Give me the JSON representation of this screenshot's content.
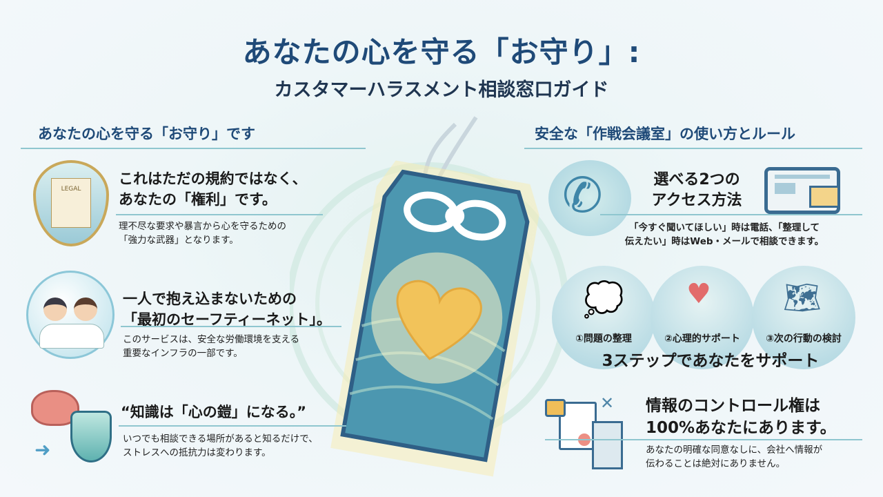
{
  "title": {
    "line1": "あなたの心を守る「お守り」:",
    "line2": "カスタマーハラスメント相談窓口ガイド"
  },
  "left": {
    "heading": "あなたの心を守る「お守り」です",
    "items": [
      {
        "icon": "legal-shield-icon",
        "icon_text": "LEGAL",
        "title1": "これはただの規約ではなく、",
        "title2": "あなたの「権利」です。",
        "body1": "理不尽な要求や暴言から心を守るための",
        "body2": "「強力な武器」となります。"
      },
      {
        "icon": "counselors-icon",
        "title1": "一人で抱え込まないための",
        "title2": "「最初のセーフティーネット」。",
        "body1": "このサービスは、安全な労働環境を支える",
        "body2": "重要なインフラの一部です。"
      },
      {
        "icon": "brain-shield-icon",
        "title1": "“知識は「心の鎧」になる。”",
        "body1": "いつでも相談できる場所があると知るだけで、",
        "body2": "ストレスへの抵抗力は変わります。"
      }
    ]
  },
  "right": {
    "heading": "安全な「作戦会議室」の使い方とルール",
    "access": {
      "title1": "選べる2つの",
      "title2": "アクセス方法",
      "body1": "「今すぐ聞いてほしい」時は電話、「整理して",
      "body2": "伝えたい」時はWeb・メールで相談できます。"
    },
    "steps": [
      "①問題の整理",
      "②心理的サポート",
      "③次の行動の検討"
    ],
    "steps_caption": "3ステップであなたをサポート",
    "privacy": {
      "title1": "情報のコントロール権は",
      "title2": "100%あなたにあります。",
      "body1": "あなたの明確な同意なしに、会社へ情報が",
      "body2": "伝わることは絶対にありません。"
    }
  },
  "colors": {
    "title": "#1f4a78",
    "accent": "#8fc6cf",
    "heart": "#f2c35a"
  }
}
